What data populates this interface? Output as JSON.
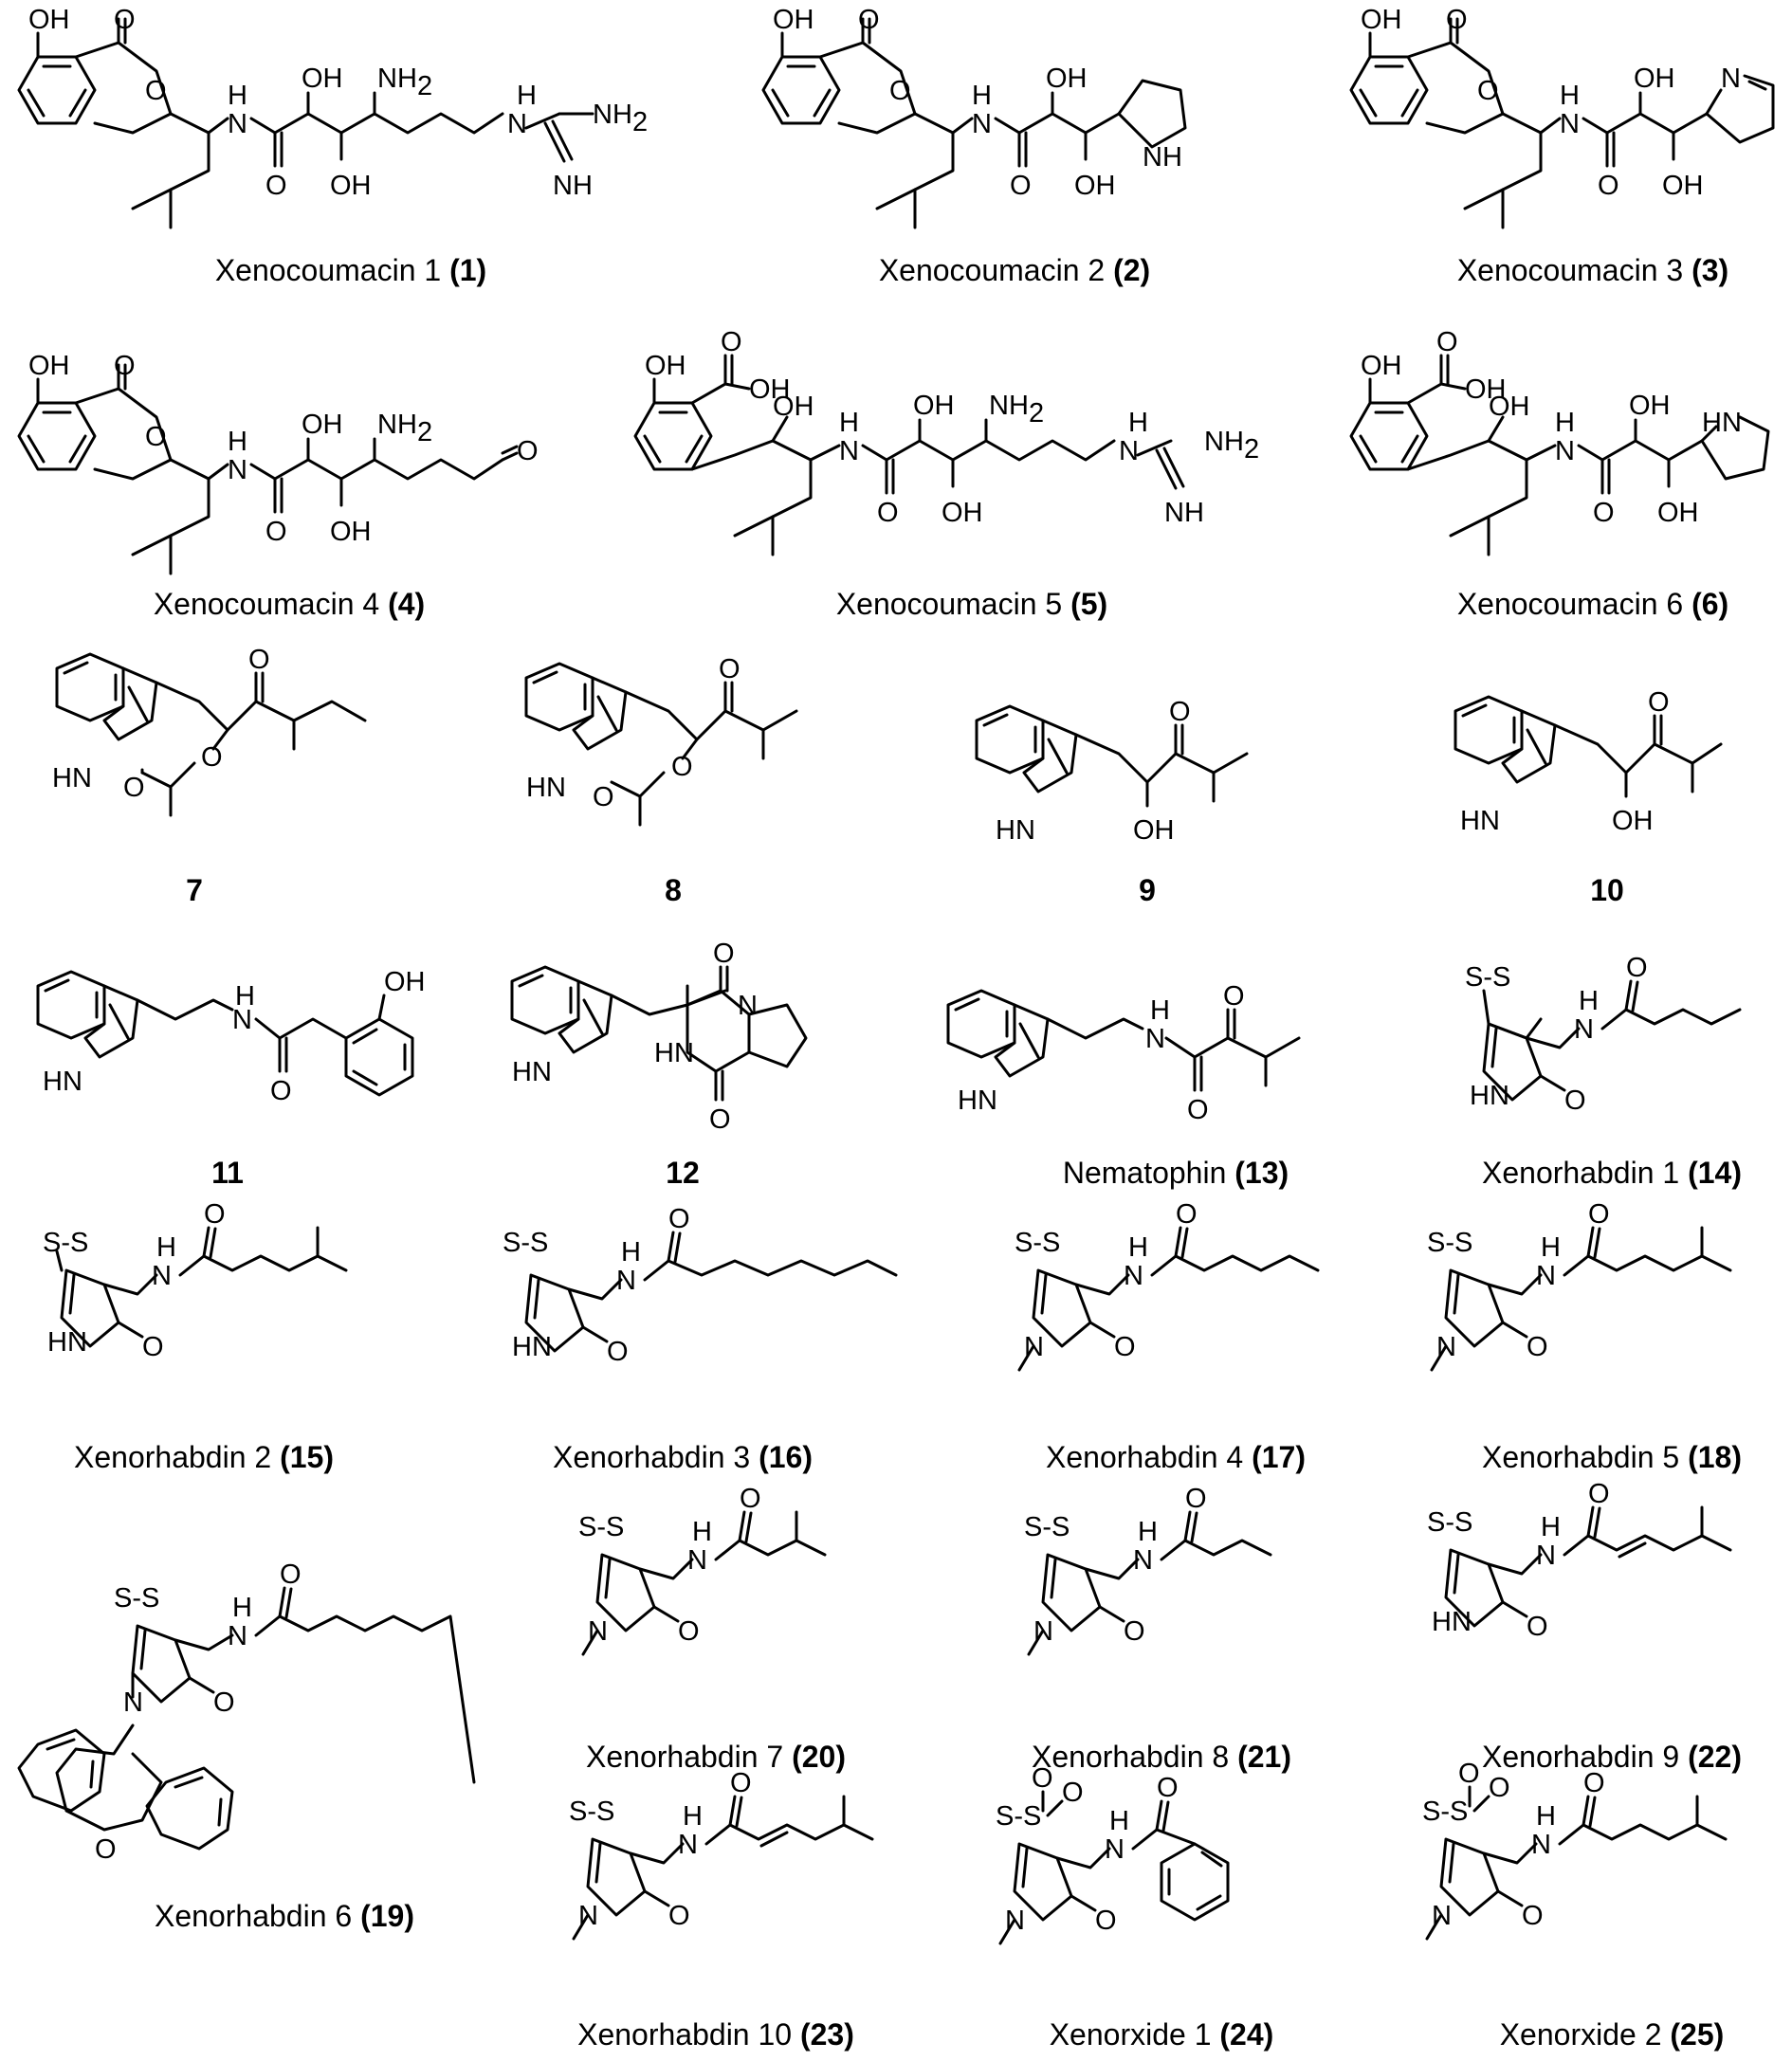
{
  "compounds": [
    {
      "id": "1",
      "caption": "Xenocoumacin 1",
      "number": "1"
    },
    {
      "id": "2",
      "caption": "Xenocoumacin 2",
      "number": "2"
    },
    {
      "id": "3",
      "caption": "Xenocoumacin 3",
      "number": "3"
    },
    {
      "id": "4",
      "caption": "Xenocoumacin 4",
      "number": "4"
    },
    {
      "id": "5",
      "caption": "Xenocoumacin 5",
      "number": "5"
    },
    {
      "id": "6",
      "caption": "Xenocoumacin 6",
      "number": "6"
    },
    {
      "id": "7",
      "caption": "",
      "number": "7"
    },
    {
      "id": "8",
      "caption": "",
      "number": "8"
    },
    {
      "id": "9",
      "caption": "",
      "number": "9"
    },
    {
      "id": "10",
      "caption": "",
      "number": "10"
    },
    {
      "id": "11",
      "caption": "",
      "number": "11"
    },
    {
      "id": "12",
      "caption": "",
      "number": "12"
    },
    {
      "id": "13",
      "caption": "Nematophin",
      "number": "13"
    },
    {
      "id": "14",
      "caption": "Xenorhabdin 1",
      "number": "14"
    },
    {
      "id": "15",
      "caption": "Xenorhabdin 2",
      "number": "15"
    },
    {
      "id": "16",
      "caption": "Xenorhabdin 3",
      "number": "16"
    },
    {
      "id": "17",
      "caption": "Xenorhabdin 4",
      "number": "17"
    },
    {
      "id": "18",
      "caption": "Xenorhabdin 5",
      "number": "18"
    },
    {
      "id": "19",
      "caption": "Xenorhabdin 6",
      "number": "19"
    },
    {
      "id": "20",
      "caption": "Xenorhabdin 7",
      "number": "20"
    },
    {
      "id": "21",
      "caption": "Xenorhabdin 8",
      "number": "21"
    },
    {
      "id": "22",
      "caption": "Xenorhabdin 9",
      "number": "22"
    },
    {
      "id": "23",
      "caption": "Xenorhabdin 10",
      "number": "23"
    },
    {
      "id": "24",
      "caption": "Xenorxide 1",
      "number": "24"
    },
    {
      "id": "25",
      "caption": "Xenorxide 2",
      "number": "25"
    }
  ],
  "atoms": {
    "OH": "OH",
    "O": "O",
    "H": "H",
    "N": "N",
    "NH": "NH",
    "HN": "HN",
    "NH2": "NH",
    "sub2": "2",
    "S": "S",
    "S_S": "S-S",
    "OOH": "OH"
  }
}
